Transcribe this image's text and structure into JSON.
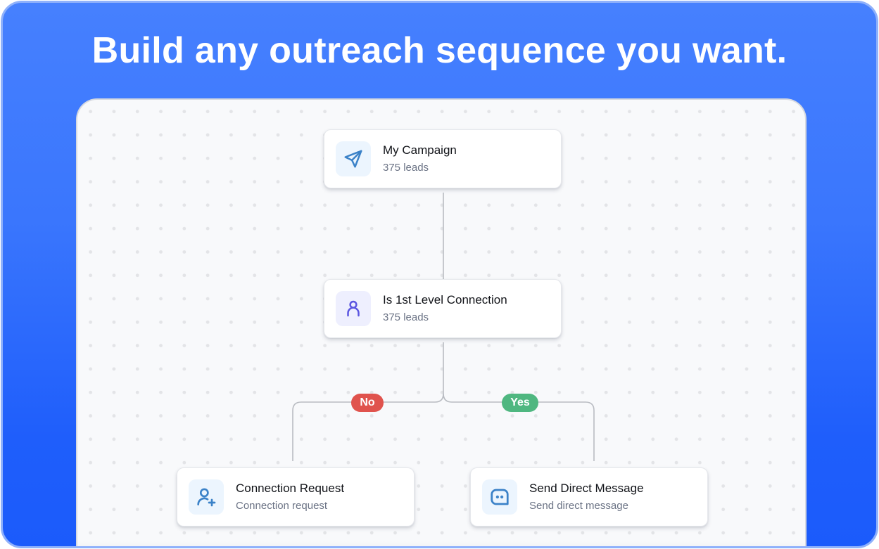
{
  "headline": "Build any outreach sequence you want.",
  "colors": {
    "background_top": "#4680fe",
    "background_bottom": "#1b5bfb",
    "canvas": "#f8f9fb",
    "no_badge": "#e0534d",
    "yes_badge": "#4fb780",
    "icon_blue": "#3b82c8",
    "icon_violet": "#5a55e0",
    "connector": "#b9bcc2"
  },
  "flow": {
    "nodes": [
      {
        "id": "campaign",
        "title": "My Campaign",
        "subtitle": "375 leads",
        "icon": "paper-plane-icon"
      },
      {
        "id": "condition",
        "title": "Is 1st Level Connection",
        "subtitle": "375 leads",
        "icon": "user-icon"
      },
      {
        "id": "connection_request",
        "title": "Connection Request",
        "subtitle": "Connection request",
        "icon": "user-plus-icon"
      },
      {
        "id": "direct_message",
        "title": "Send Direct Message",
        "subtitle": "Send direct message",
        "icon": "chat-bubble-icon"
      }
    ],
    "branches": {
      "no_label": "No",
      "yes_label": "Yes"
    }
  }
}
